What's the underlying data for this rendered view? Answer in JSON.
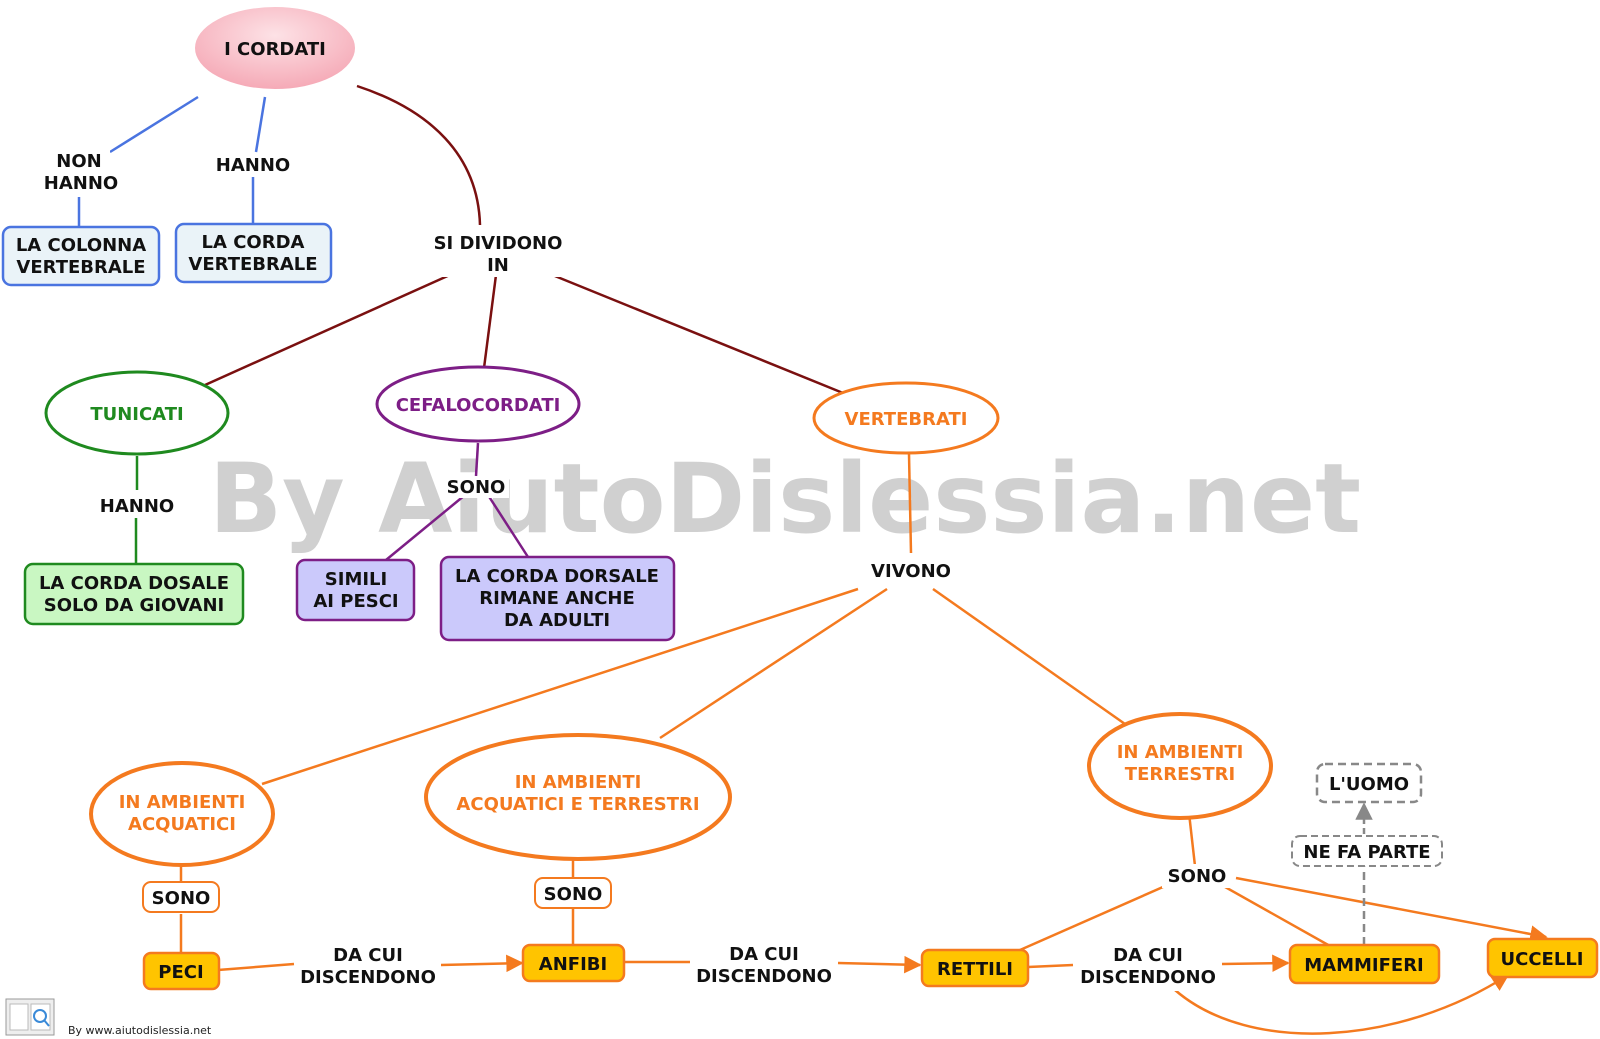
{
  "watermark": "By AiutoDislessia.net",
  "footer": "By www.aiutodislessia.net",
  "colors": {
    "root_fill": "#f9c3cc",
    "blue": "#4a74e0",
    "dark_red": "#7a1010",
    "green": "#1f8a1f",
    "green_fill": "#c9f7c2",
    "purple": "#7d1e86",
    "purple_fill": "#cbc9fb",
    "orange": "#f47a1f",
    "yellow_fill": "#ffc400",
    "light_blue_fill": "#eaf3f8",
    "gray": "#888888"
  },
  "concepts": {
    "root": "I CORDATI",
    "colonna": [
      "LA COLONNA",
      "VERTEBRALE"
    ],
    "corda": [
      "LA CORDA",
      "VERTEBRALE"
    ],
    "tunicati": "TUNICATI",
    "cefalocordati": "CEFALOCORDATI",
    "vertebrati": "VERTEBRATI",
    "corda_giovani": [
      "LA CORDA DOSALE",
      "SOLO DA GIOVANI"
    ],
    "simili_pesci": [
      "SIMILI",
      "AI PESCI"
    ],
    "corda_adulti": [
      "LA CORDA DORSALE",
      "RIMANE ANCHE",
      "DA ADULTI"
    ],
    "acquatici": [
      "IN AMBIENTI",
      "ACQUATICI"
    ],
    "acq_terr": [
      "IN AMBIENTI",
      "ACQUATICI E TERRESTRI"
    ],
    "terrestri": [
      "IN AMBIENTI",
      "TERRESTRI"
    ],
    "pesci": "PECI",
    "anfibi": "ANFIBI",
    "rettili": "RETTILI",
    "mammiferi": "MAMMIFERI",
    "uccelli": "UCCELLI",
    "uomo": "L'UOMO"
  },
  "links": {
    "non_hanno": [
      "NON",
      "HANNO"
    ],
    "hanno": "HANNO",
    "si_dividono": [
      "SI DIVIDONO",
      "IN"
    ],
    "hanno_tunicati": "HANNO",
    "sono_cefalo": "SONO",
    "vivono": "VIVONO",
    "sono_acq": "SONO",
    "sono_acqterr": "SONO",
    "sono_terr": "SONO",
    "da_cui_1": [
      "DA CUI",
      "DISCENDONO"
    ],
    "da_cui_2": [
      "DA CUI",
      "DISCENDONO"
    ],
    "da_cui_3": [
      "DA CUI",
      "DISCENDONO"
    ],
    "ne_fa_parte": "NE FA PARTE"
  }
}
